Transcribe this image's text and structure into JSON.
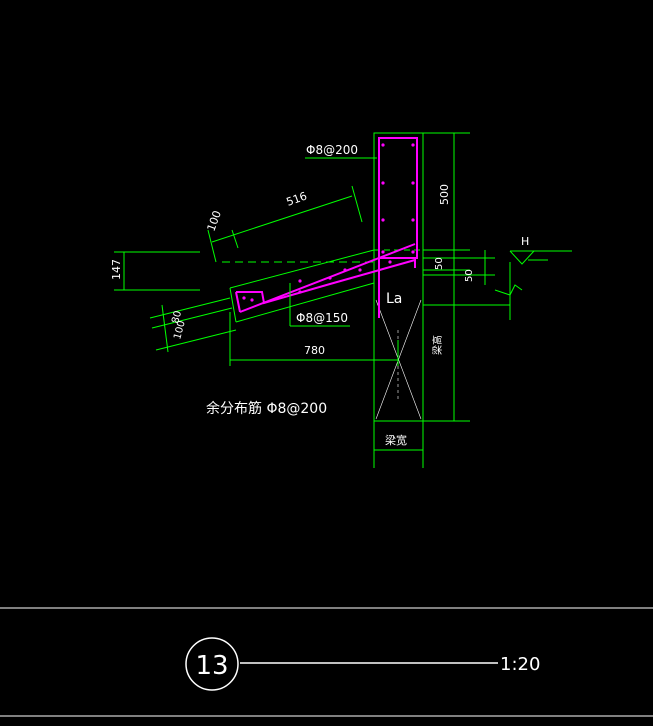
{
  "drawing": {
    "labels": {
      "dim_top_rebar": "Φ8@200",
      "dim_516": "516",
      "dim_100": "100",
      "dim_147": "147",
      "dim_80": "80",
      "dim_100b": "100",
      "dim_slab_rebar": "Φ8@150",
      "dim_780": "780",
      "dist_rebar": "余分布筋 Φ8@200",
      "dim_500": "500",
      "dim_50a": "50",
      "dim_50b": "50",
      "level_h": "H",
      "la": "La",
      "beam_height": "梁高",
      "beam_width": "梁宽"
    },
    "detail": {
      "number": "13",
      "scale": "1:20"
    }
  },
  "colors": {
    "background": "#000000",
    "green": "#00ff00",
    "magenta": "#ff00ff",
    "white": "#ffffff",
    "purple_hatch": "#b040ff"
  }
}
